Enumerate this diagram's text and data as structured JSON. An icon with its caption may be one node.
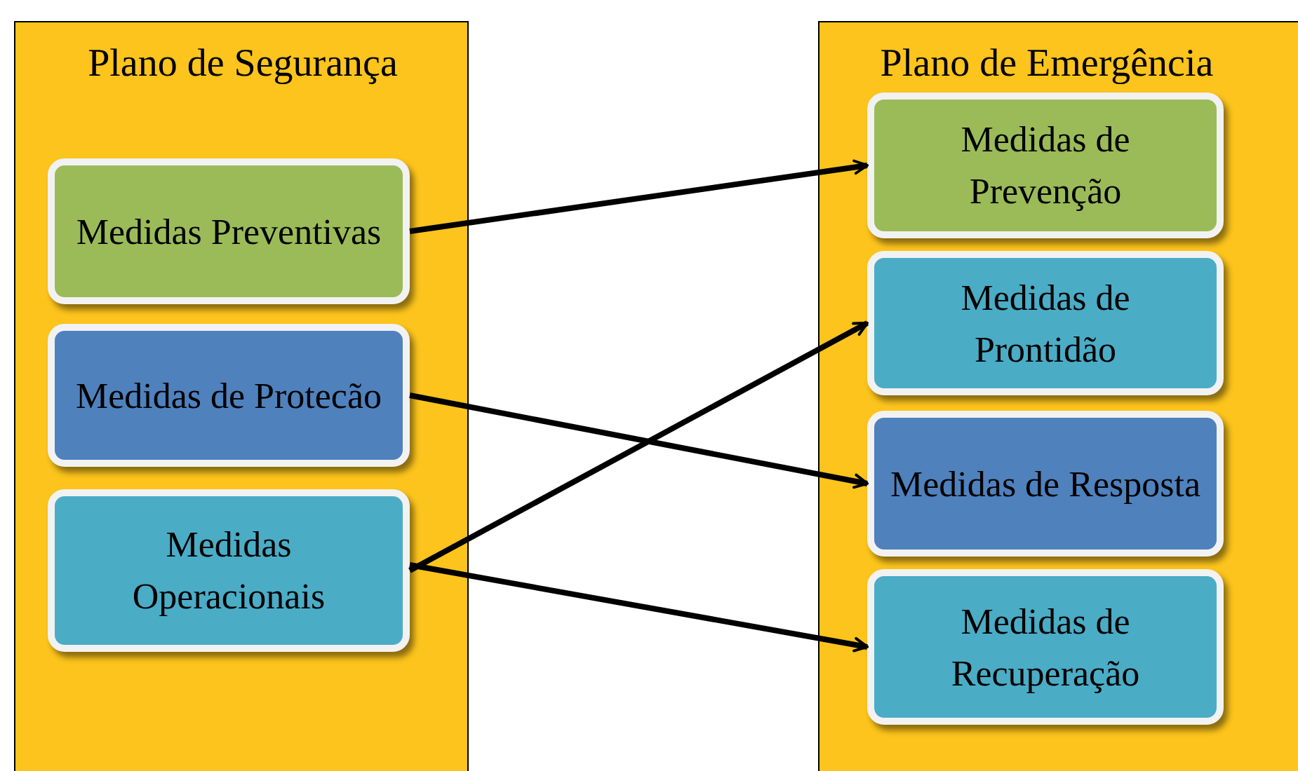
{
  "diagram": {
    "nodes": [
      {
        "text": [
          "Plano de Segurança"
        ]
      },
      {
        "text": [
          "Medidas Preventivas"
        ],
        "in": 0
      },
      {
        "text": [
          "Medidas de Protecão"
        ],
        "in": 0
      },
      {
        "text": [
          "Medidas Operacionais"
        ],
        "in": 0
      },
      {
        "text": [
          "Plano de Emergência"
        ]
      },
      {
        "text": [
          "Medidas de Prevenção"
        ],
        "in": 4
      },
      {
        "text": [
          "Medidas de Prontidão"
        ],
        "in": 4
      },
      {
        "text": [
          "Medidas de Resposta"
        ],
        "in": 4
      },
      {
        "text": [
          "Medidas de Recuperação"
        ],
        "in": 4
      }
    ],
    "edges": [
      {
        "from": 1,
        "to": 5,
        "arrow": "to"
      },
      {
        "from": 2,
        "to": 7,
        "arrow": "to"
      },
      {
        "from": 3,
        "to": 6,
        "arrow": "to"
      },
      {
        "from": 3,
        "to": 8,
        "arrow": "to"
      }
    ]
  }
}
